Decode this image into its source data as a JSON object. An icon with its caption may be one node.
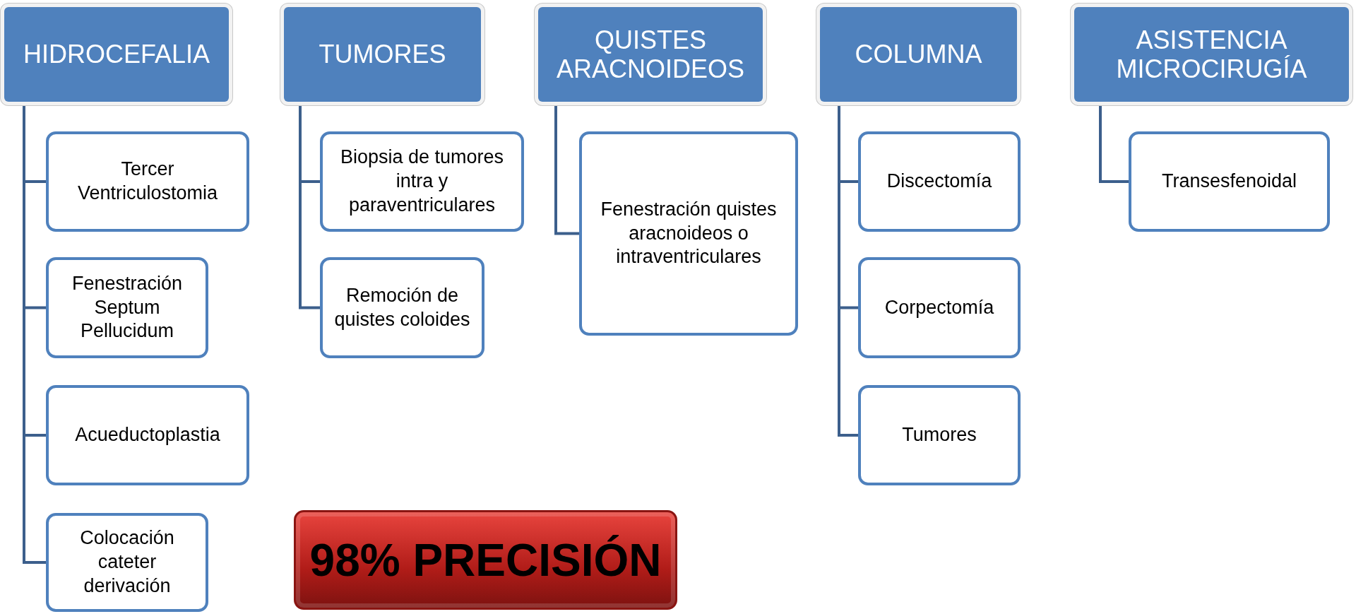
{
  "diagram": {
    "nodes": [
      {
        "text": [
          "HIDROCEFALIA"
        ]
      },
      {
        "text": [
          "Tercer Ventriculostomia"
        ]
      },
      {
        "text": [
          "Fenestración Septum Pellucidum"
        ]
      },
      {
        "text": [
          "Acueductoplastia"
        ]
      },
      {
        "text": [
          "Colocación cateter derivación"
        ]
      },
      {
        "text": [
          "TUMORES"
        ]
      },
      {
        "text": [
          "Biopsia de tumores intra y paraventriculares"
        ]
      },
      {
        "text": [
          "Remoción de quistes coloides"
        ]
      },
      {
        "text": [
          "QUISTES ARACNOIDEOS"
        ]
      },
      {
        "text": [
          "Fenestración quistes aracnoideos o intraventriculares"
        ]
      },
      {
        "text": [
          "COLUMNA"
        ]
      },
      {
        "text": [
          "Discectomía"
        ]
      },
      {
        "text": [
          "Corpectomía"
        ]
      },
      {
        "text": [
          "Tumores"
        ]
      },
      {
        "text": [
          "ASISTENCIA MICROCIRUGÍA"
        ]
      },
      {
        "text": [
          "Transesfenoidal"
        ]
      },
      {
        "text": [
          "98% PRECISIÓN"
        ]
      }
    ],
    "edges": [
      {
        "from": 0,
        "to": 1,
        "arrow": "none"
      },
      {
        "from": 0,
        "to": 2,
        "arrow": "none"
      },
      {
        "from": 0,
        "to": 3,
        "arrow": "none"
      },
      {
        "from": 0,
        "to": 4,
        "arrow": "none"
      },
      {
        "from": 5,
        "to": 6,
        "arrow": "none"
      },
      {
        "from": 5,
        "to": 7,
        "arrow": "none"
      },
      {
        "from": 8,
        "to": 9,
        "arrow": "none"
      },
      {
        "from": 10,
        "to": 11,
        "arrow": "none"
      },
      {
        "from": 10,
        "to": 12,
        "arrow": "none"
      },
      {
        "from": 10,
        "to": 13,
        "arrow": "none"
      },
      {
        "from": 14,
        "to": 15,
        "arrow": "none"
      }
    ]
  }
}
